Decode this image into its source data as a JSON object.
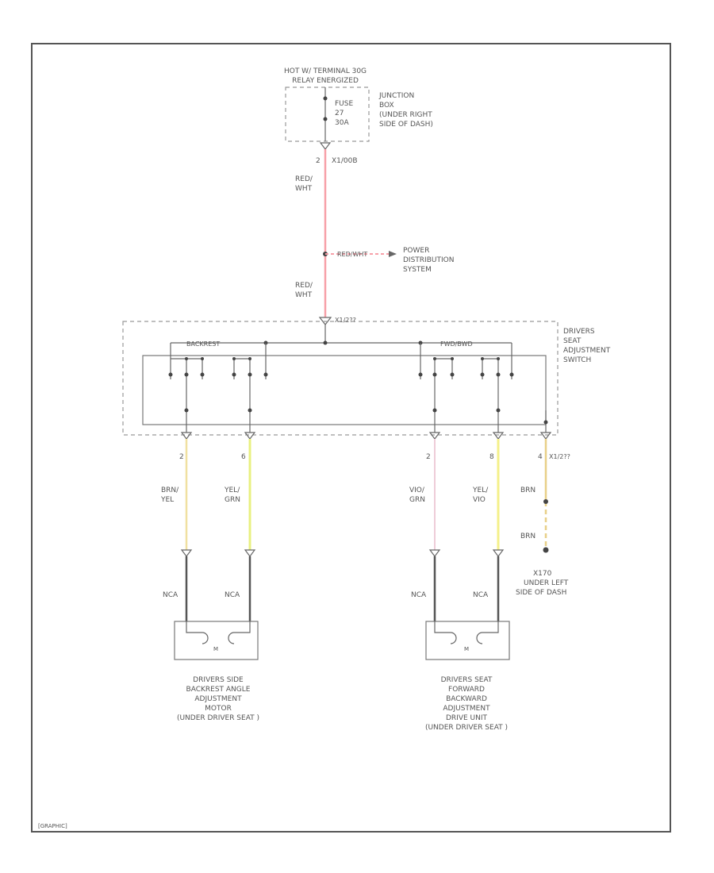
{
  "supply": {
    "line1": "HOT W/ TERMINAL 30G",
    "line2": "RELAY ENERGIZED"
  },
  "junction_box": {
    "fuse": [
      "FUSE",
      "27",
      "30A"
    ],
    "location": [
      "JUNCTION",
      "BOX",
      "(UNDER RIGHT",
      "SIDE OF DASH)"
    ]
  },
  "pins": {
    "jb_out": "2",
    "jb_conn": "X1/00B",
    "switch_in_conn": "X1/2??",
    "ground_pin": "4",
    "ground_conn": "X1/2??"
  },
  "wires": {
    "red_wht_1": [
      "RED/",
      "WHT"
    ],
    "red_wht_2": [
      "RED/",
      "WHT"
    ],
    "red_wht_splice": "RED/WHT",
    "brn_yel": [
      "BRN/",
      "YEL"
    ],
    "yel_grn": [
      "YEL/",
      "GRN"
    ],
    "vio_grn": [
      "VIO/",
      "GRN"
    ],
    "yel_vio": [
      "YEL/",
      "VIO"
    ],
    "brn_1": "BRN",
    "brn_2": "BRN",
    "nca": "NCA"
  },
  "power_distribution": [
    "POWER",
    "DISTRIBUTION",
    "SYSTEM"
  ],
  "seat_switch": {
    "name": [
      "DRIVERS",
      "SEAT",
      "ADJUSTMENT",
      "SWITCH"
    ],
    "backrest_label": "BACKREST",
    "forward_label": "FWD/BWD"
  },
  "pin_numbers": {
    "p1": "2",
    "p2": "6",
    "p3": "2",
    "p4": "8",
    "p5": "4"
  },
  "ground_location": [
    "X170",
    "UNDER LEFT",
    "SIDE OF DASH"
  ],
  "motors": {
    "backrest": [
      "DRIVERS SIDE",
      "BACKREST ANGLE",
      "ADJUSTMENT",
      "MOTOR",
      "(UNDER DRIVER SEAT )"
    ],
    "forward": [
      "DRIVERS SEAT",
      "FORWARD",
      "BACKWARD",
      "ADJUSTMENT",
      "DRIVE UNIT",
      "(UNDER DRIVER SEAT )"
    ],
    "symbol": "M"
  },
  "footer": {
    "code": "[GRAPHIC]"
  },
  "colors": {
    "red_wht": "#f7a0a8",
    "brn_yel": "#f0e0a0",
    "yel_grn": "#e8f080",
    "vio_grn": "#eecdd8",
    "yel_vio": "#f4f08a",
    "brn": "#e8d088"
  }
}
